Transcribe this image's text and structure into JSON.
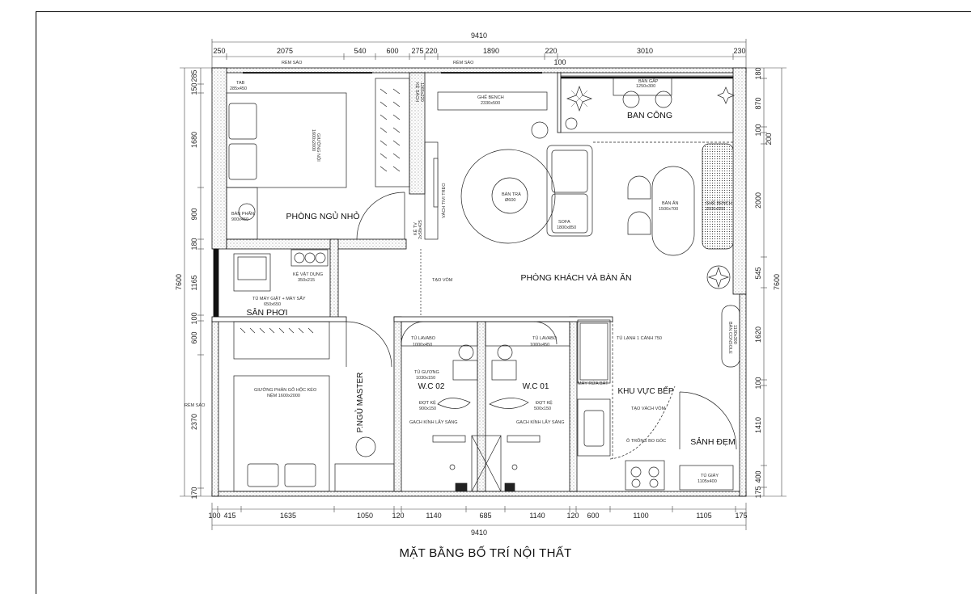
{
  "title": "MẶT BẰNG BỐ TRÍ NỘI THẤT",
  "dimensions": {
    "top_total": "9410",
    "top_segments": [
      "250",
      "2075",
      "540",
      "600",
      "275",
      "220",
      "1890",
      "220",
      "3010",
      "230"
    ],
    "top_sub": "100",
    "bottom_total": "9410",
    "bottom_segments": [
      "100",
      "415",
      "1635",
      "1050",
      "120",
      "1140",
      "685",
      "1140",
      "120",
      "600",
      "1100",
      "1105",
      "175"
    ],
    "left_total": "7600",
    "left_segments": [
      "285",
      "150",
      "1680",
      "900",
      "180",
      "1165",
      "100",
      "600",
      "2370",
      "170"
    ],
    "right_total": "7600",
    "right_segments": [
      "180",
      "870",
      "100",
      "200",
      "2000",
      "545",
      "1620",
      "100",
      "1410",
      "400",
      "175"
    ]
  },
  "rooms": {
    "bedroom_small": "PHÒNG NGỦ NHỎ",
    "living": "PHÒNG KHÁCH VÀ BÀN ĂN",
    "balcony": "BAN CÔNG",
    "drying": "SÂN PHƠI",
    "master": "P.NGỦ MASTER",
    "wc02": "W.C 02",
    "wc01": "W.C 01",
    "kitchen": "KHU VỰC BẾP",
    "lobby": "SẢNH ĐẸM"
  },
  "notes": {
    "rem_sao_1": "RÈM SÁO",
    "rem_sao_2": "RÈM SÁO",
    "rem_sao_3": "RÈM SÁO",
    "tab": "TAB",
    "tab_size": "285x450",
    "bed_small": "GIƯỜNG NỘI",
    "bed_small_size": "1600x2000",
    "desk": "BÀN PHẤN",
    "desk_size": "900x450",
    "bookshelf": "KỆ SÁCH",
    "bookshelf_size": "1165x220",
    "bench": "GHẾ BENCH",
    "bench_size": "2330x500",
    "folding_table": "BÀN GẤP",
    "folding_size": "1250x300",
    "tv_wall": "VÁCH TIVI TREO",
    "tv_shelf": "KỆ TV",
    "tv_shelf_size": "2x58x425",
    "coffee_table": "BÀN TRÀ",
    "coffee_size": "Ø600",
    "sofa": "SOFA",
    "sofa_size": "1800x850",
    "dining": "BÀN ĂN",
    "dining_size": "1500x700",
    "bench2": "GHẾ BENCH",
    "bench2_size": "2500x550",
    "utility_shelf": "KỆ VẬT DỤNG",
    "utility_size": "350x215",
    "washer": "TỦ MÁY GIẶT + MÁY SẤY",
    "washer_size": "650x650",
    "arch": "TẠO VÒM",
    "console": "BÀN CONSOLE",
    "console_size": "1100x300",
    "fridge": "TỦ LẠNH 1 CÁNH 750",
    "lavabo_left": "TỦ LAVABO",
    "lavabo_left_size": "1000x450",
    "lavabo_right": "TỦ LAVABO",
    "lavabo_right_size": "1000x450",
    "mirror": "TỦ GƯƠNG",
    "mirror_size": "1030x150",
    "shelf_left": "ĐỢT KỆ",
    "shelf_left_size": "900x150",
    "shelf_right": "ĐỢT KỆ",
    "shelf_right_size": "500x150",
    "glass_left": "GẠCH KÍNH LẤY SÁNG",
    "glass_right": "GẠCH KÍNH LẤY SÁNG",
    "dishwasher": "MÁY RỬA BÁT",
    "arch_wall": "TẠO VÁCH VÒM",
    "corner": "Ô TRỐNG BO GÓC",
    "master_bed": "GIƯỜNG PHẢN GỖ HỘC KÉO",
    "master_bed_size": "NỆM 1600x2000",
    "shoe": "TỦ GIÀY",
    "shoe_size": "1105x400"
  }
}
